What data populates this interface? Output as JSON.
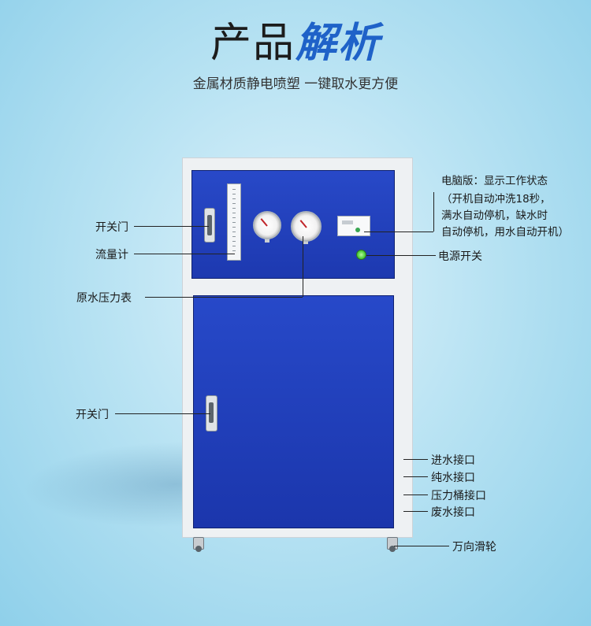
{
  "header": {
    "title_part1": "产品",
    "title_part2": "解析",
    "subtitle": "金属材质静电喷塑 一键取水更方便"
  },
  "callouts": {
    "door_top": "开关门",
    "flowmeter": "流量计",
    "raw_pressure_gauge": "原水压力表",
    "door_bottom": "开关门",
    "controller_title": "电脑版：显示工作状态",
    "controller_line1": "（开机自动冲洗18秒，",
    "controller_line2": "满水自动停机，缺水时",
    "controller_line3": "自动停机，用水自动开机）",
    "power_switch": "电源开关",
    "inlet": "进水接口",
    "pure_outlet": "纯水接口",
    "tank_port": "压力桶接口",
    "waste_outlet": "废水接口",
    "casters": "万向滑轮"
  },
  "colors": {
    "panel_blue": "#2548c6",
    "title_accent": "#1f62c8",
    "background": "#b9e3f3"
  }
}
